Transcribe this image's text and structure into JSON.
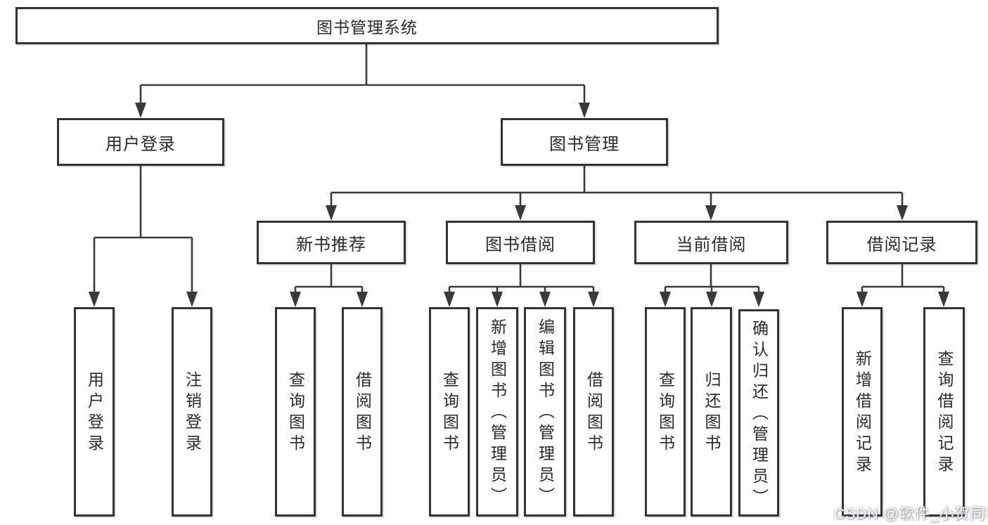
{
  "tree": {
    "label": "图书管理系统",
    "children": [
      {
        "label": "用户登录",
        "children": [
          {
            "label": "用户登录"
          },
          {
            "label": "注销登录"
          }
        ]
      },
      {
        "label": "图书管理",
        "children": [
          {
            "label": "新书推荐",
            "children": [
              {
                "label": "查询图书"
              },
              {
                "label": "借阅图书"
              }
            ]
          },
          {
            "label": "图书借阅",
            "children": [
              {
                "label": "查询图书"
              },
              {
                "label": "新增图书（管理员）"
              },
              {
                "label": "编辑图书（管理员）"
              },
              {
                "label": "借阅图书"
              }
            ]
          },
          {
            "label": "当前借阅",
            "children": [
              {
                "label": "查询图书"
              },
              {
                "label": "归还图书"
              },
              {
                "label": "确认归还（管理员）"
              }
            ]
          },
          {
            "label": "借阅记录",
            "children": [
              {
                "label": "新增借阅记录"
              },
              {
                "label": "查询借阅记录"
              }
            ]
          }
        ]
      }
    ]
  },
  "watermark": {
    "text": "CSDN @软件_小贺同学"
  },
  "colors": {
    "line": "#3a3a3a",
    "border": "#333333",
    "text": "#2a2a2a",
    "background": "#ffffff"
  }
}
